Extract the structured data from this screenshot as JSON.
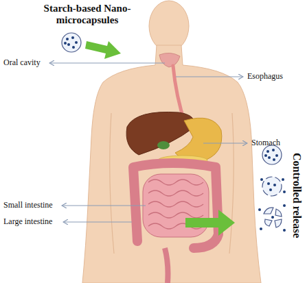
{
  "diagram": {
    "labels": [
      "Starch-based Nano-microcapsules",
      "Oral cavity",
      "Esophagus",
      "Stomach",
      "Small intestine",
      "Large intestine",
      "Controlled release"
    ]
  }
}
